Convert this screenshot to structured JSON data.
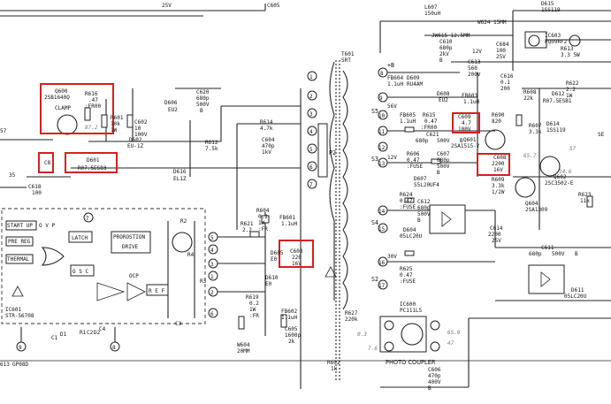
{
  "top_labels": {
    "v25": "25V",
    "c605": "C605",
    "l607": "L607",
    "l607_val": "150uH",
    "w624": "W624 15MM",
    "d615": "D615",
    "d615_type": "1SS119",
    "jw615": "JW615 12.5MM",
    "v12": "12V",
    "c610": "C610",
    "c610_v1": "680p",
    "c610_v2": "2kV",
    "c610_v3": "B",
    "c613": "C613",
    "c613_v1": "560",
    "c613_v2": "200V",
    "c684": "C684",
    "c684_v1": "100",
    "c684_v2": "25V",
    "ic603": "IC603",
    "ic603_type": "PQ09RF2",
    "r613": "R613",
    "r613_val": "3.3 5W",
    "t601": "T601",
    "t601_type": "SRT"
  },
  "q600": {
    "ref": "Q600",
    "type": "2SB1640Q",
    "func": "CLAMP",
    "r616": "R616",
    "r616_v1": ".47",
    "r616_v2": ":FR00",
    "r601": "R601",
    "r601_v1": "10k",
    "r601_v2": "1W",
    "v87": "87.2"
  },
  "left_parts": {
    "c602": "C602",
    "c602_v1": "10",
    "c602_v2": "100V",
    "d602": "D602",
    "d602_type": "EU-1Z",
    "d601": "D601",
    "d601_type": "R07.5ES83",
    "c618": "C618",
    "c618_val": "100",
    "d606": "D606",
    "d606_type": "EU2",
    "c620": "C620",
    "c620_v1": "680p",
    "c620_v2": "500V",
    "c620_v3": "B",
    "r612": "R612",
    "r612_val": "7.5k",
    "d616": "D616",
    "d616_type": "EL1Z",
    "r614": "R614",
    "r614_val": "4.7k",
    "c604": "C604",
    "c604_v1": "470p",
    "c604_v2": "1kV",
    "v57": "57",
    "c30": "C8",
    "s36": "35"
  },
  "ic601": {
    "ref": "IC601",
    "type": "STR-S6708",
    "start_up": "START UP",
    "ovp": "O V P",
    "pre_reg": "PRE REG",
    "latch": "LATCH",
    "prorostion": "PROROSTION",
    "drive": "DRIVE",
    "thermal": "THERMAL",
    "osc": "O S C",
    "ocp": "OCP",
    "ref_lbl": "R E F",
    "c1": "C1",
    "c2": "C2",
    "c3": "C3",
    "c4": "C4",
    "r1": "R1",
    "r2": "R2",
    "r3": "R3",
    "r4": "R4",
    "d1": "D1",
    "d2": "D2",
    "pins": [
      "1",
      "2",
      "3",
      "4",
      "5",
      "6",
      "7",
      "8",
      "9"
    ]
  },
  "bottom": {
    "r613b": "613",
    "gp08d": "GP08D",
    "w604": "W604",
    "w604_val": "20MM",
    "r602": "R602",
    "r602_val": "1k",
    "c606": "C606",
    "c606_v1": "470p",
    "c606_v2": "400V",
    "c606_v3": "B"
  },
  "mid_parts": {
    "r621": "R621",
    "r621_val": "2.2",
    "d605": "D605",
    "d605_type": "E0",
    "r604": "R604",
    "r604_v1": "0.2",
    "r604_v2": "1W",
    "r604_v3": ":FR",
    "d610": "D610",
    "d610_type": "E0",
    "r619": "R619",
    "r619_v1": "0.2",
    "r619_v2": "1W",
    "r619_v3": ":FR",
    "fb601": "FB601",
    "fb601_val": "1.1uH",
    "fb602": "FB602",
    "fb602_val": "1.1uH",
    "c603": "C603",
    "c603_v1": "220",
    "c603_v2": "16V",
    "c605b": "C605",
    "c605b_v1": "1600p",
    "c605b_v2": "2k",
    "r627": "R627",
    "r627_val": "220k",
    "v03": "0.3",
    "v76": "7.6",
    "v47": "47",
    "v659": "65.9",
    "p2": "P2",
    "t_pins": [
      "1",
      "2",
      "3",
      "4",
      "5",
      "6",
      "7",
      "8",
      "9",
      "10",
      "11",
      "12",
      "13",
      "14",
      "15",
      "16",
      "17"
    ],
    "s5": "S5",
    "s3": "S3",
    "s4": "S4",
    "s2": "S2",
    "plus_b": "+B",
    "v56": "56V",
    "v30": "30V",
    "v12b": "12V"
  },
  "right_parts": {
    "fb604": "FB604",
    "fb604_val": "1.1uH",
    "d609": "D609",
    "d609_type": "RU4AM",
    "c616": "C616",
    "c616_v1": "0.1",
    "c616_v2": "200",
    "d608": "D608",
    "d608_type": "EU2",
    "fb603": "FB603",
    "fb603_val": "1.1uH",
    "fb605": "FB605",
    "fb605_val": "1.1uH",
    "r615": "R615",
    "r615_v1": "0.47",
    "r615_v2": ":FR00",
    "c609": "C609",
    "c609_v1": "4.7",
    "c609_v2": "100V",
    "r690": "R690",
    "r690_val": "820",
    "c621": "C621",
    "c621_v1": "680p",
    "c621_v2": "500V",
    "c621_v3": "B",
    "q601": "Q601",
    "q601_type": "2SA1515-Y",
    "r606": "R606",
    "r606_v1": "0.47",
    "r606_v2": ":FUSE",
    "c607": "C607",
    "c607_v1": "680p",
    "c607_v2": "500V",
    "c607_v3": "B",
    "d607": "D607",
    "d607_type": "S5L20UF4",
    "c608": "C608",
    "c608_v1": "2200",
    "c608_v2": "16V",
    "r609": "R609",
    "r609_v1": "3.3k",
    "r609_v2": "1/2W",
    "r608": "R608",
    "r608_val": "22k",
    "r622": "R622",
    "r622_v1": "2.2",
    "r622_v2": "1W",
    "d612": "D612",
    "d612_type": "R07.5ESB1",
    "r607": "R607",
    "r607_val": "3.3k",
    "d614": "D614",
    "d614_type": "1SS119",
    "q602": "Q602",
    "q602_type": "2SC3502-E",
    "q604": "Q604",
    "q604_type": "2SA1309",
    "r623": "R623",
    "r623_val": "11k",
    "c612": "C612",
    "c612_v1": "680p",
    "c612_v2": "500V",
    "c612_v3": "B",
    "d604": "D604",
    "d604_type": "05LC20U",
    "r624": "R624",
    "r624_v1": "0.47",
    "r624_v2": ":FUSE",
    "c614": "C614",
    "c614_v1": "2200",
    "c614_v2": "25V",
    "c611": "C611",
    "c611_v1": "680p",
    "c611_v2": "500V",
    "c611_v3": "B",
    "d611": "D611",
    "d611_type": "05LC20U",
    "r625": "R625",
    "r625_v1": "0.47",
    "r625_v2": ":FUSE",
    "ic600": "IC600",
    "ic600_type": "PC111L5",
    "photo": "PHOTO COUPLER",
    "se": "SE",
    "v657": "65.7",
    "v146": "14.6",
    "v57b": "57"
  }
}
